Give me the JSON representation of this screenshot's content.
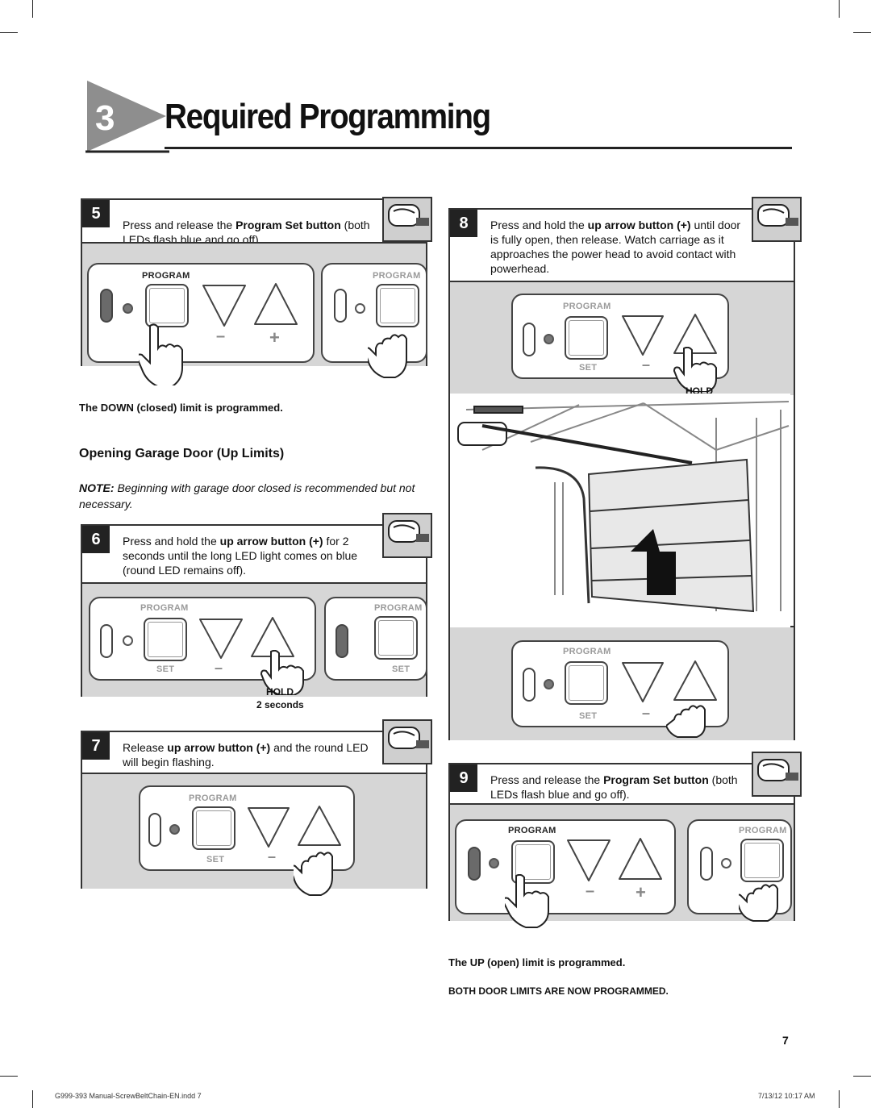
{
  "header": {
    "section_number": "3",
    "title": "Required Programming"
  },
  "step5": {
    "number": "5",
    "text_pre": "Press and release the ",
    "text_bold": "Program Set button",
    "text_post": " (both LEDs flash blue and go off).",
    "panel_label_left": "PROGRAM",
    "panel_label_right": "PROGRAM",
    "minus": "–",
    "plus": "+"
  },
  "down_result": "The DOWN (closed) limit is programmed.",
  "opening_heading": "Opening Garage Door (Up Limits)",
  "note_label": "NOTE:",
  "note_text": " Beginning with garage door closed is recommended but not necessary.",
  "step6": {
    "number": "6",
    "text_pre": "Press and hold the ",
    "text_bold": "up arrow button (+)",
    "text_post": " for 2 seconds until the long LED light comes on blue (round LED remains off).",
    "panel_label_left": "PROGRAM",
    "panel_label_right": "PROGRAM",
    "set_left": "SET",
    "set_right": "SET",
    "minus": "–",
    "hold": "HOLD",
    "hold_time": "2 seconds"
  },
  "step7": {
    "number": "7",
    "text_pre": "Release ",
    "text_bold": "up arrow button (+)",
    "text_post": " and the round LED will begin flashing.",
    "panel_label": "PROGRAM",
    "set": "SET",
    "minus": "–"
  },
  "step8": {
    "number": "8",
    "text_pre": "Press and hold the ",
    "text_bold": "up arrow button (+)",
    "text_post": " until door is fully open, then release. Watch carriage as it approaches the power head to avoid contact with powerhead.",
    "panel_label": "PROGRAM",
    "set": "SET",
    "minus": "–",
    "hold": "HOLD",
    "panel2_label": "PROGRAM",
    "panel2_set": "SET",
    "panel2_minus": "–"
  },
  "step9": {
    "number": "9",
    "text_pre": "Press and release the ",
    "text_bold": "Program Set button",
    "text_post": " (both LEDs flash blue and go off).",
    "panel_label_left": "PROGRAM",
    "panel_label_right": "PROGRAM",
    "minus": "–",
    "plus": "+"
  },
  "up_result": "The UP (open) limit is programmed.",
  "both_limits": "BOTH DOOR LIMITS ARE NOW PROGRAMMED.",
  "page_number": "7",
  "footer_left": "G999-393 Manual-ScrewBeltChain-EN.indd   7",
  "footer_right": "7/13/12   10:17 AM"
}
